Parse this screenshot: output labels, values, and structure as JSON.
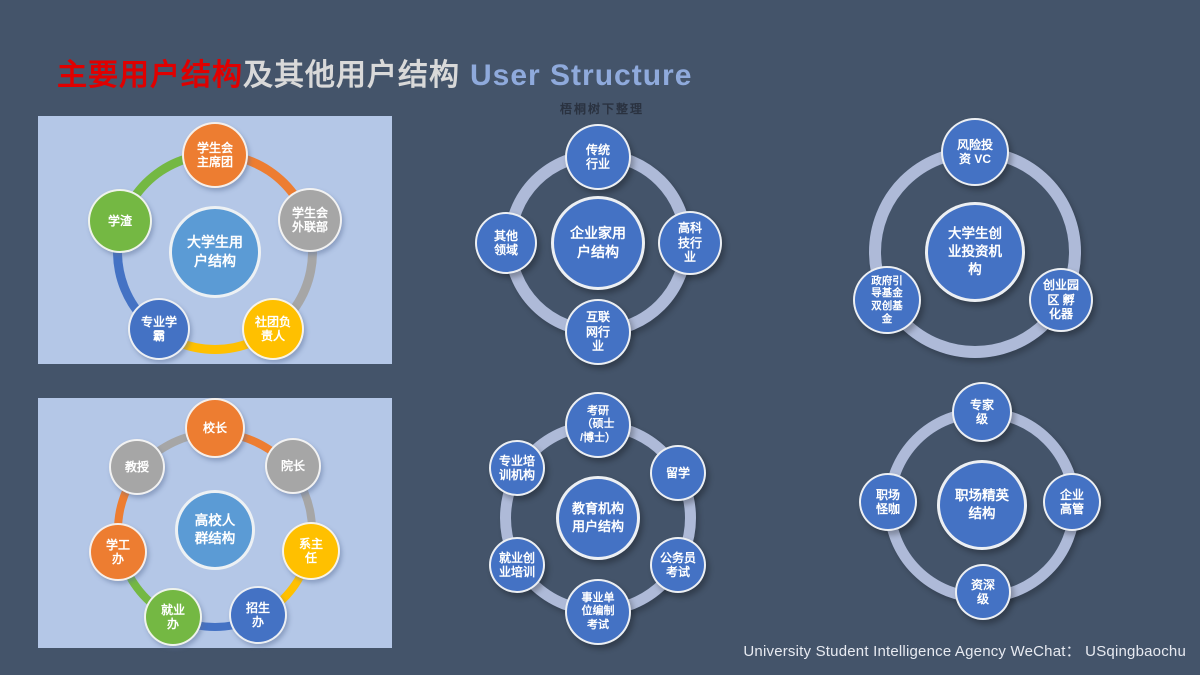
{
  "title": {
    "main": "主要用户结构",
    "secondary": "及其他用户结构",
    "english": "User Structure"
  },
  "caption": "梧桐树下整理",
  "footer": "University Student Intelligence Agency WeChat：  USqingbaochu",
  "palette": {
    "background": "#44546A",
    "panel_light_blue": "#B4C7E7",
    "node_blue": "#4472C4",
    "center_light_blue": "#5B9BD5",
    "orange": "#ED7D31",
    "gray": "#A6A6A6",
    "yellow": "#FFC000",
    "green": "#74B843",
    "ring_light": "#AEBAD8",
    "title_red": "#E00000",
    "title_gray": "#D9D9D9",
    "title_blue": "#8FAADC"
  },
  "diagrams": {
    "students": {
      "center": "大学生用\n户结构",
      "nodes": {
        "chair": "学生会\n主席团",
        "slacker": "学渣",
        "liaison": "学生会\n外联部",
        "club_leader": "社团负\n责人",
        "top_student": "专业学\n霸"
      }
    },
    "entrepreneurs": {
      "center": "企业家用\n户结构",
      "nodes": {
        "traditional": "传统\n行业",
        "hightech": "高科\n技行\n业",
        "internet": "互联\n网行\n业",
        "other": "其他\n领域"
      }
    },
    "investors": {
      "center": "大学生创\n业投资机\n构",
      "nodes": {
        "vc": "风险投\n资 VC",
        "government_fund": "政府引\n导基金\n双创基\n金",
        "incubator": "创业园\n区 孵\n化器"
      }
    },
    "campus": {
      "center": "高校人\n群结构",
      "nodes": {
        "president": "校长",
        "dean": "院长",
        "professor": "教授",
        "student_affairs": "学工\n办",
        "department_head": "系主\n任",
        "employment_office": "就业\n办",
        "admissions_office": "招生\n办"
      }
    },
    "education": {
      "center": "教育机构\n用户结构",
      "nodes": {
        "postgrad": "考研\n（硕士\n/博士）",
        "study_abroad": "留学",
        "civil_service": "公务员\n考试",
        "public_institution": "事业单\n位编制\n考试",
        "employment_training": "就业创\n业培训",
        "training_agency": "专业培\n训机构"
      }
    },
    "elites": {
      "center": "职场精英\n结构",
      "nodes": {
        "expert": "专家\n级",
        "executive": "企业\n高管",
        "senior": "资深\n级",
        "maverick": "职场\n怪咖"
      }
    }
  }
}
